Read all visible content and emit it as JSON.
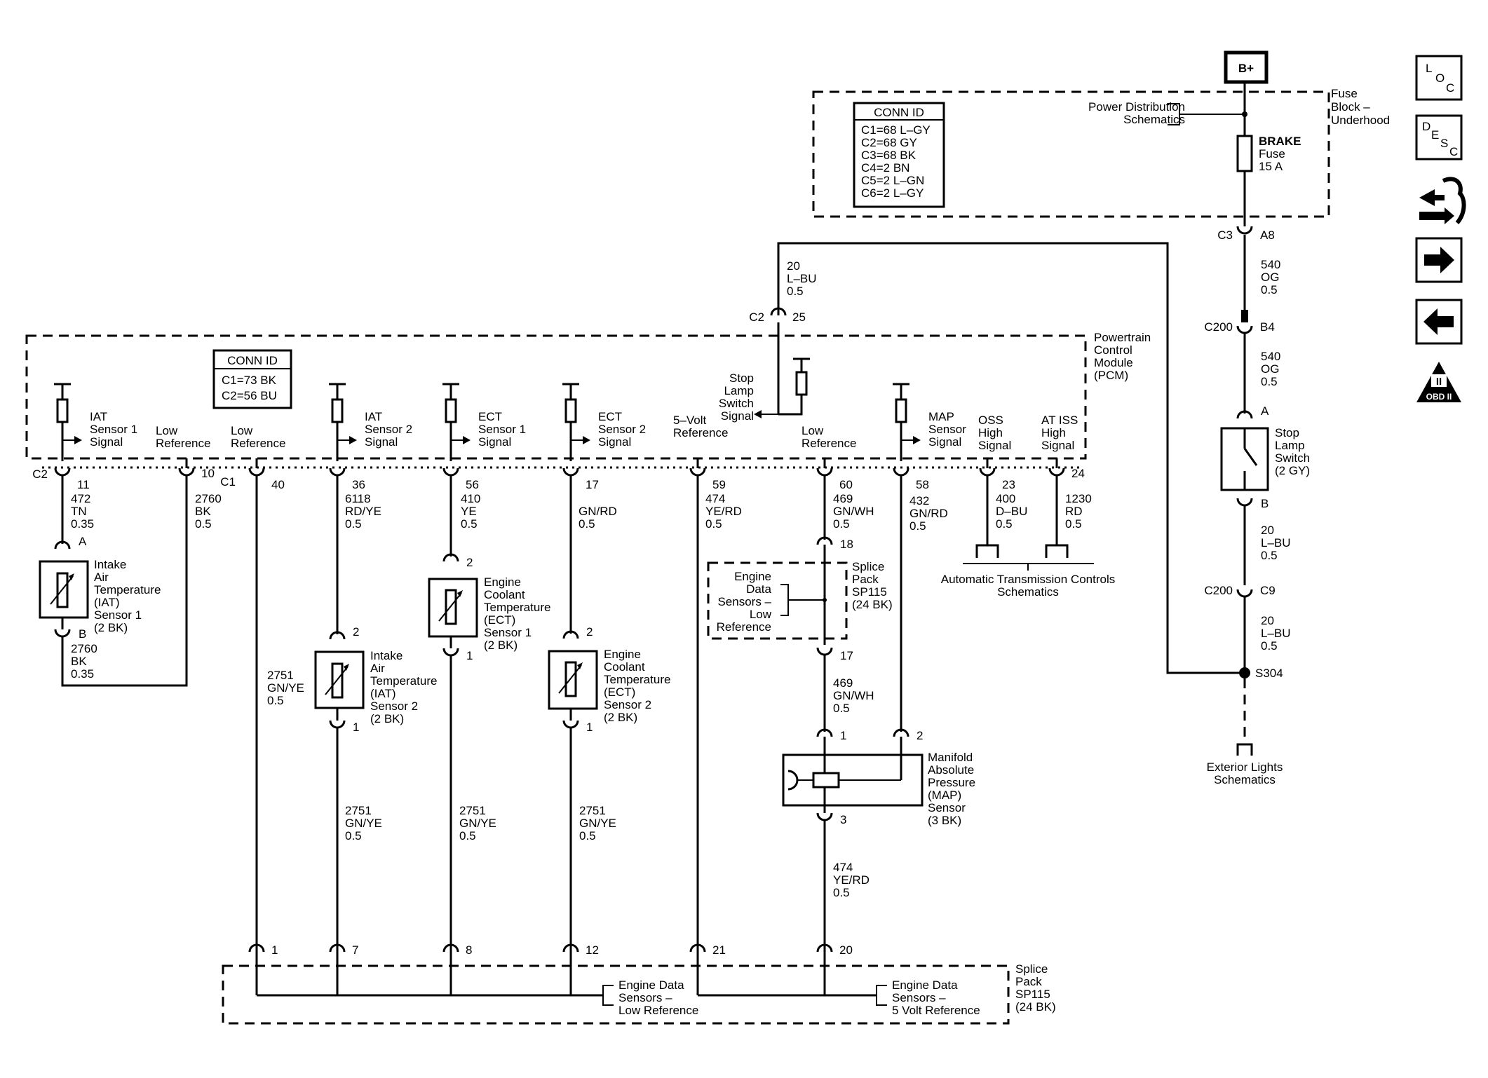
{
  "battery": {
    "label": "B+"
  },
  "fuse_block": {
    "title": [
      "Fuse",
      "Block –",
      "Underhood"
    ],
    "power_dist": [
      "Power Distribution",
      "Schematics"
    ],
    "fuse": [
      "BRAKE",
      "Fuse",
      "15 A"
    ],
    "conn_id": {
      "title": "CONN ID",
      "lines": [
        "C1=68 L–GY",
        "C2=68 GY",
        "C3=68 BK",
        "C4=2 BN",
        "C5=2 L–GN",
        "C6=2 L–GY"
      ]
    }
  },
  "pcm": {
    "title": [
      "Powertrain",
      "Control",
      "Module",
      "(PCM)"
    ],
    "conn_id": {
      "title": "CONN ID",
      "lines": [
        "C1=73 BK",
        "C2=56 BU"
      ]
    },
    "stop_lamp": [
      "Stop",
      "Lamp",
      "Switch",
      "Signal"
    ],
    "five_volt": [
      "5–Volt",
      "Reference"
    ]
  },
  "labels": {
    "c2": "C2",
    "c2b": "C2",
    "c1": "C1",
    "c3": "C3",
    "a8": "A8",
    "c200": "C200",
    "c200b": "C200",
    "b4": "B4",
    "c9": "C9",
    "s304": "S304",
    "p25": "25",
    "pin_a": "A",
    "pin_b": "B",
    "w540a": [
      "540",
      "OG",
      "0.5"
    ],
    "w540b": [
      "540",
      "OG",
      "0.5"
    ],
    "w20a": [
      "20",
      "L–BU",
      "0.5"
    ],
    "w20b": [
      "20",
      "L–BU",
      "0.5"
    ],
    "w20top": [
      "20",
      "L–BU",
      "0.5"
    ],
    "stop_switch": [
      "Stop",
      "Lamp",
      "Switch",
      "(2 GY)"
    ],
    "exterior": [
      "Exterior Lights",
      "Schematics"
    ],
    "atc": [
      "Automatic Transmission Controls",
      "Schematics"
    ]
  },
  "signals": {
    "iat1": [
      "IAT",
      "Sensor 1",
      "Signal"
    ],
    "low_ref1": [
      "Low",
      "Reference"
    ],
    "low_ref2": [
      "Low",
      "Reference"
    ],
    "iat2": [
      "IAT",
      "Sensor 2",
      "Signal"
    ],
    "ect1": [
      "ECT",
      "Sensor 1",
      "Signal"
    ],
    "ect2": [
      "ECT",
      "Sensor 2",
      "Signal"
    ],
    "low_ref3": [
      "Low",
      "Reference"
    ],
    "map": [
      "MAP",
      "Sensor",
      "Signal"
    ],
    "oss": [
      "OSS",
      "High",
      "Signal"
    ],
    "atiss": [
      "AT ISS",
      "High",
      "Signal"
    ]
  },
  "pins": {
    "p11": "11",
    "p10": "10",
    "p40": "40",
    "p36": "36",
    "p56": "56",
    "p17": "17",
    "p59": "59",
    "p60": "60",
    "p58": "58",
    "p23": "23",
    "p24": "24"
  },
  "wires": {
    "w472": [
      "472",
      "TN",
      "0.35"
    ],
    "w2760a": [
      "2760",
      "BK",
      "0.5"
    ],
    "w6118": [
      "6118",
      "RD/YE",
      "0.5"
    ],
    "w410": [
      "410",
      "YE",
      "0.5"
    ],
    "wgnrd": [
      "GN/RD",
      "0.5"
    ],
    "w474a": [
      "474",
      "YE/RD",
      "0.5"
    ],
    "w469a": [
      "469",
      "GN/WH",
      "0.5"
    ],
    "w432": [
      "432",
      "GN/RD",
      "0.5"
    ],
    "w400": [
      "400",
      "D–BU",
      "0.5"
    ],
    "w1230": [
      "1230",
      "RD",
      "0.5"
    ],
    "w2760b": [
      "2760",
      "BK",
      "0.35"
    ],
    "w2751a": [
      "2751",
      "GN/YE",
      "0.5"
    ],
    "w2751b": [
      "2751",
      "GN/YE",
      "0.5"
    ],
    "w2751c": [
      "2751",
      "GN/YE",
      "0.5"
    ],
    "w2751d": [
      "2751",
      "GN/YE",
      "0.5"
    ],
    "w469b": [
      "469",
      "GN/WH",
      "0.5"
    ],
    "w474b": [
      "474",
      "YE/RD",
      "0.5"
    ]
  },
  "sensors": {
    "iat1": [
      "Intake",
      "Air",
      "Temperature",
      "(IAT)",
      "Sensor 1",
      "(2 BK)"
    ],
    "iat2": [
      "Intake",
      "Air",
      "Temperature",
      "(IAT)",
      "Sensor 2",
      "(2 BK)"
    ],
    "ect1": [
      "Engine",
      "Coolant",
      "Temperature",
      "(ECT)",
      "Sensor 1",
      "(2 BK)"
    ],
    "ect2": [
      "Engine",
      "Coolant",
      "Temperature",
      "(ECT)",
      "Sensor 2",
      "(2 BK)"
    ],
    "map": [
      "Manifold",
      "Absolute",
      "Pressure",
      "(MAP)",
      "Sensor",
      "(3 BK)"
    ],
    "pin_a": "A",
    "pin_b": "B",
    "p2a": "2",
    "p1a": "1",
    "p2b": "2",
    "p1b": "1",
    "p2c": "2",
    "p1c": "1",
    "map_p1": "1",
    "map_p2": "2",
    "map_p3": "3"
  },
  "splice_top": {
    "label": [
      "Splice",
      "Pack",
      "SP115",
      "(24 BK)"
    ],
    "inner": [
      "Engine",
      "Data",
      "Sensors –",
      "Low",
      "Reference"
    ],
    "p18": "18",
    "p17": "17"
  },
  "splice_bottom": {
    "label": [
      "Splice",
      "Pack",
      "SP115",
      "(24 BK)"
    ],
    "low_ref": [
      "Engine Data",
      "Sensors –",
      "Low Reference"
    ],
    "five_v": [
      "Engine Data",
      "Sensors –",
      "5 Volt Reference"
    ],
    "pins": [
      "1",
      "7",
      "8",
      "12",
      "21",
      "20"
    ]
  },
  "side_icons": [
    {
      "name": "loc-icon",
      "letters": [
        "L",
        "O",
        "C"
      ]
    },
    {
      "name": "desc-icon",
      "letters": [
        "D",
        "E",
        "S",
        "C"
      ]
    },
    {
      "name": "connector-end-view-icon"
    },
    {
      "name": "next-page-arrow-icon"
    },
    {
      "name": "previous-page-arrow-icon"
    },
    {
      "name": "obd2-icon",
      "label": "OBD II",
      "roman": "II"
    }
  ]
}
